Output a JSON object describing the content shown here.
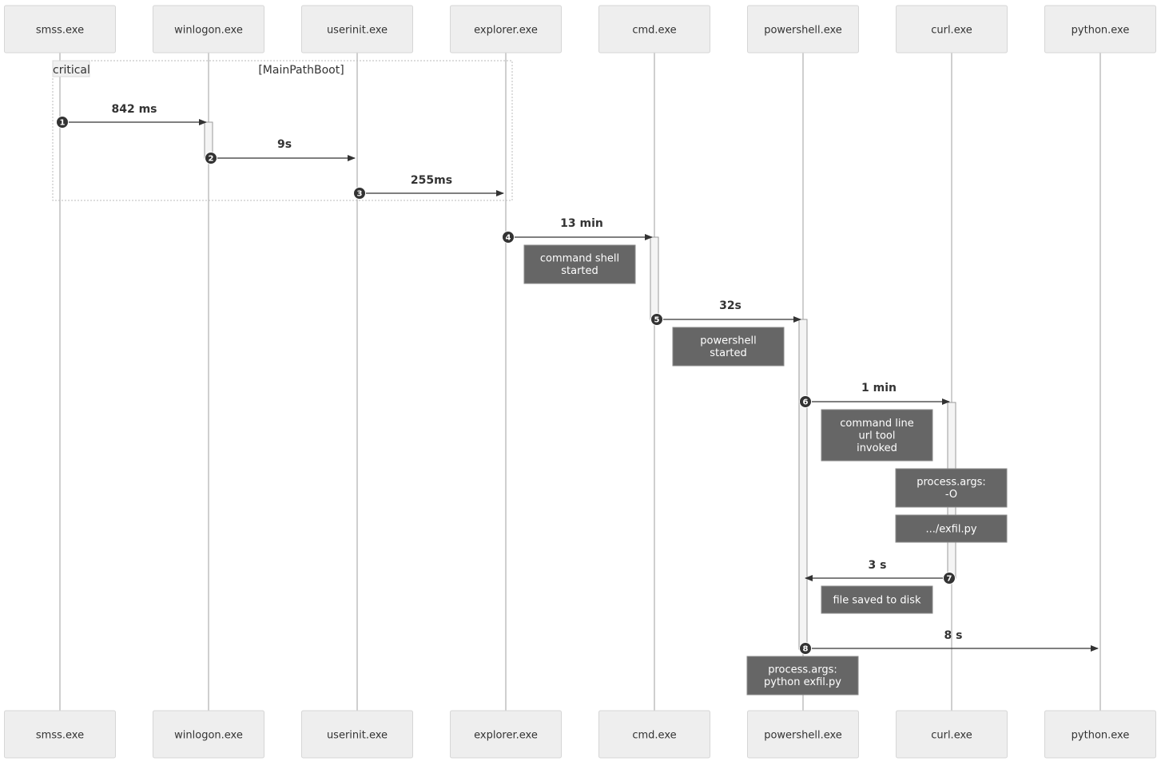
{
  "actors": [
    {
      "id": "smss",
      "label": "smss.exe"
    },
    {
      "id": "winlogon",
      "label": "winlogon.exe"
    },
    {
      "id": "userinit",
      "label": "userinit.exe"
    },
    {
      "id": "explorer",
      "label": "explorer.exe"
    },
    {
      "id": "cmd",
      "label": "cmd.exe"
    },
    {
      "id": "powershell",
      "label": "powershell.exe"
    },
    {
      "id": "curl",
      "label": "curl.exe"
    },
    {
      "id": "python",
      "label": "python.exe"
    }
  ],
  "frame": {
    "tag": "critical",
    "condition": "[MainPathBoot]"
  },
  "messages": [
    {
      "seq": "1",
      "from": "smss",
      "to": "winlogon",
      "label": "842 ms"
    },
    {
      "seq": "2",
      "from": "winlogon",
      "to": "userinit",
      "label": "9s"
    },
    {
      "seq": "3",
      "from": "userinit",
      "to": "explorer",
      "label": "255ms"
    },
    {
      "seq": "4",
      "from": "explorer",
      "to": "cmd",
      "label": "13 min"
    },
    {
      "seq": "5",
      "from": "cmd",
      "to": "powershell",
      "label": "32s"
    },
    {
      "seq": "6",
      "from": "powershell",
      "to": "curl",
      "label": "1 min"
    },
    {
      "seq": "7",
      "from": "curl",
      "to": "powershell",
      "label": "3 s"
    },
    {
      "seq": "8",
      "from": "powershell",
      "to": "python",
      "label": "8 s"
    }
  ],
  "notes": [
    {
      "lines": [
        "command shell",
        "started"
      ]
    },
    {
      "lines": [
        "powershell",
        "started"
      ]
    },
    {
      "lines": [
        "command line",
        "url tool",
        "invoked"
      ]
    },
    {
      "lines": [
        "process.args:",
        "-O"
      ]
    },
    {
      "lines": [
        ".../exfil.py"
      ]
    },
    {
      "lines": [
        "file saved to disk"
      ]
    },
    {
      "lines": [
        "process.args:",
        "python exfil.py"
      ]
    }
  ]
}
